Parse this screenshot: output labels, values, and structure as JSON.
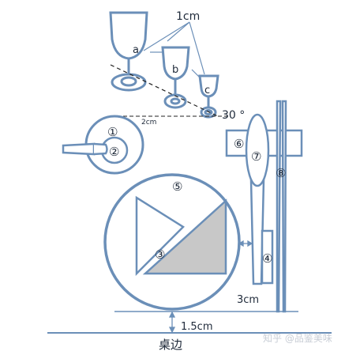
{
  "labels": {
    "cm1": "1cm",
    "a": "a",
    "b": "b",
    "c": "c",
    "angle": "30 °",
    "cm2": "2cm",
    "cm3": "3cm",
    "cm15": "1.5cm",
    "table_edge": "桌边"
  },
  "markers": {
    "m1": "①",
    "m2": "②",
    "m3": "③",
    "m4": "④",
    "m5": "⑤",
    "m6": "⑥",
    "m7": "⑦",
    "m8": "⑧"
  },
  "watermark": "知乎 @品鉴美味",
  "colors": {
    "line": "#6b8fb8",
    "napkin_fill": "#c8c8c8",
    "text": "#1f2a3a"
  }
}
